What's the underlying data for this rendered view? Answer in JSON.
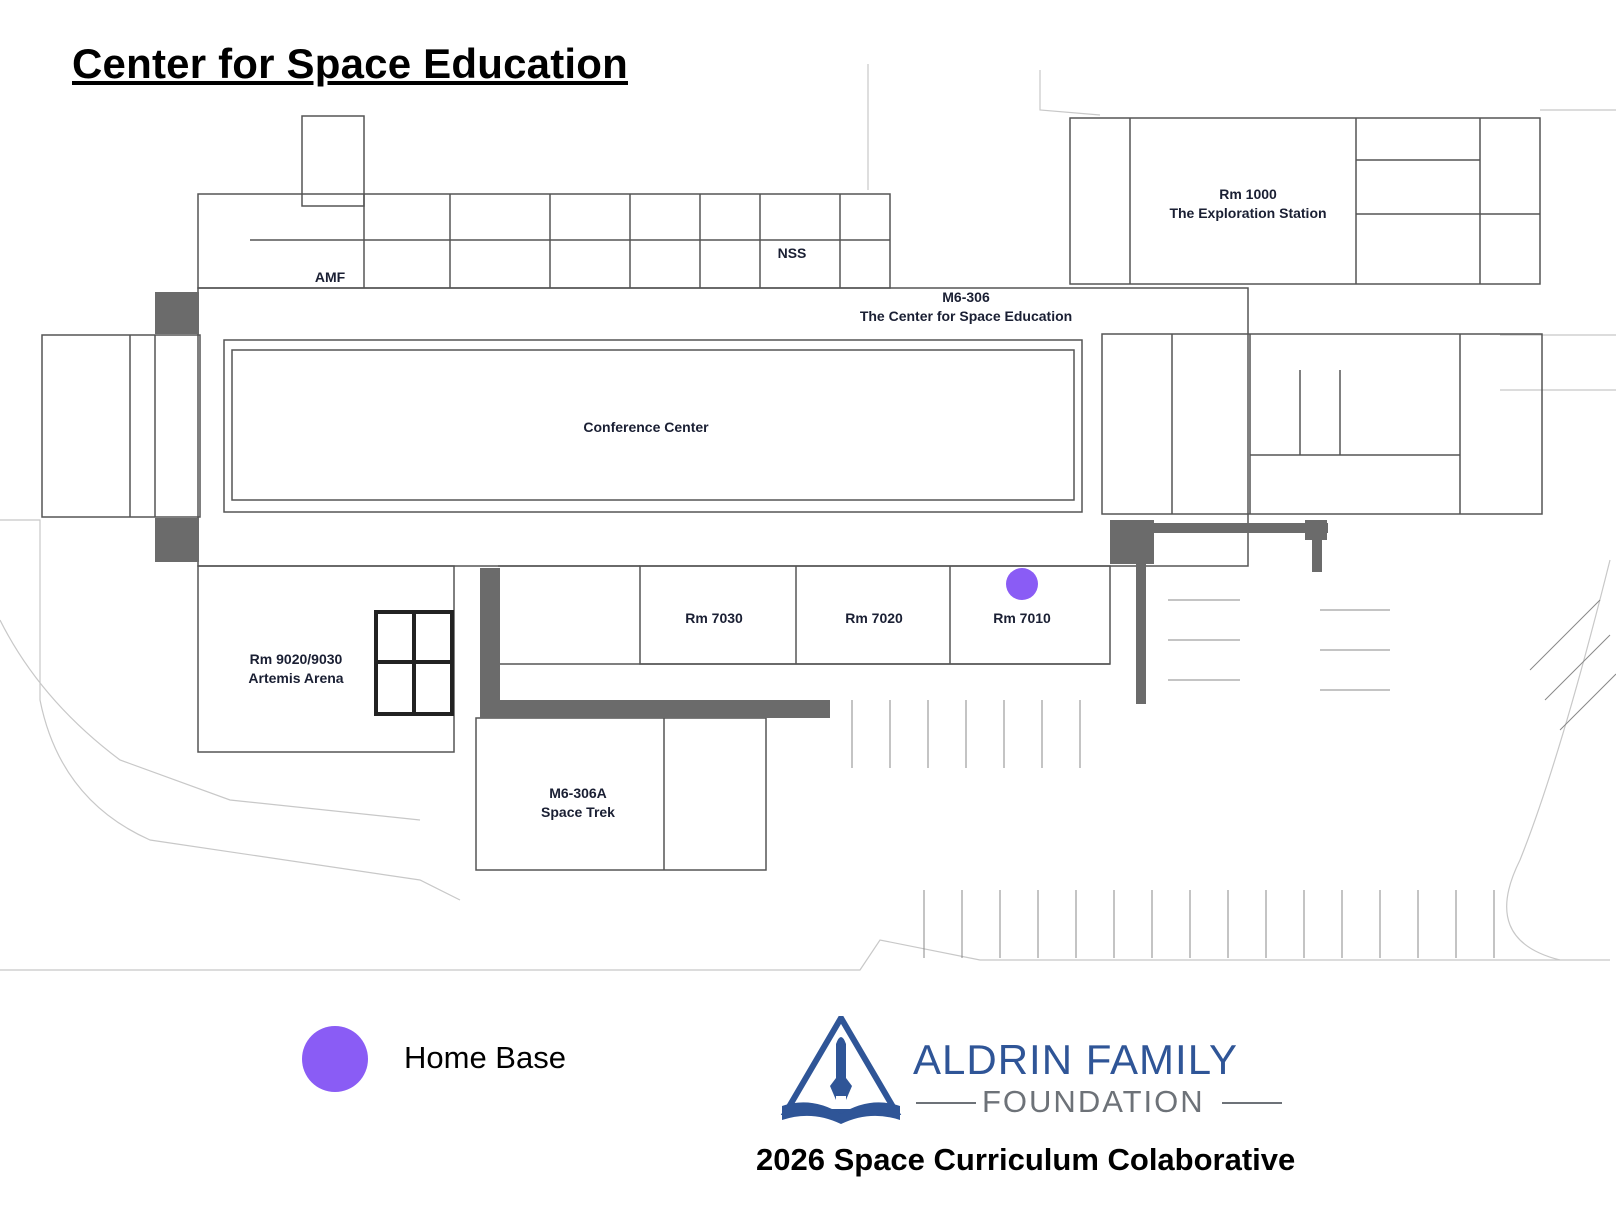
{
  "header": {
    "title": "Center for Space Education"
  },
  "map": {
    "rooms": [
      {
        "id": "rm-1000-num",
        "text": "Rm 1000"
      },
      {
        "id": "rm-1000-name",
        "text": "The Exploration Station"
      },
      {
        "id": "amf",
        "text": "AMF"
      },
      {
        "id": "nss",
        "text": "NSS"
      },
      {
        "id": "m6-306-num",
        "text": "M6-306"
      },
      {
        "id": "m6-306-name",
        "text": "The Center for Space Education"
      },
      {
        "id": "conference",
        "text": "Conference Center"
      },
      {
        "id": "rm-7030",
        "text": "Rm 7030"
      },
      {
        "id": "rm-7020",
        "text": "Rm 7020"
      },
      {
        "id": "rm-7010",
        "text": "Rm 7010"
      },
      {
        "id": "rm-9020-num",
        "text": "Rm 9020/9030"
      },
      {
        "id": "rm-9020-name",
        "text": "Artemis Arena"
      },
      {
        "id": "m6-306a-num",
        "text": "M6-306A"
      },
      {
        "id": "m6-306a-name",
        "text": "Space Trek"
      }
    ],
    "home_base_room": "Rm 7010"
  },
  "legend": {
    "label": "Home Base",
    "marker_icon": "purple-dot-icon"
  },
  "logo": {
    "name": "ALDRIN FAMILY",
    "subtitle": "FOUNDATION",
    "icon": "rocket-book-icon"
  },
  "footer": {
    "title": "2026 Space Curriculum Colaborative"
  },
  "colors": {
    "home_base": "#8a5cf5",
    "logo_blue": "#2f5597",
    "logo_gray": "#6d7278",
    "wall": "#555555",
    "wall_dark": "#6b6b6b",
    "thin_line": "#b0b0b0"
  }
}
